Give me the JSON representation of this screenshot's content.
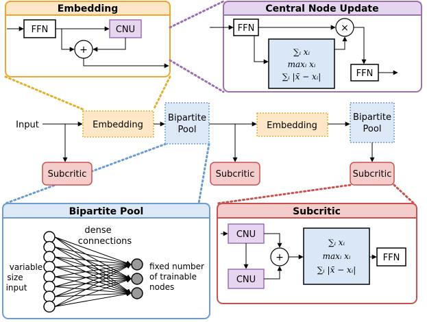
{
  "panels": {
    "embedding": {
      "title": "Embedding",
      "ffn": "FFN",
      "cnu": "CNU",
      "plus": "+"
    },
    "central": {
      "title": "Central Node Update",
      "ffn_in": "FFN",
      "ffn_out": "FFN",
      "times": "×",
      "agg": [
        "∑ᵢ xᵢ",
        "maxᵢ xᵢ",
        "∑ᵢ |x̄ − xᵢ|"
      ]
    },
    "bipartite": {
      "title": "Bipartite Pool",
      "dense_1": "dense",
      "dense_2": "connections",
      "left_1": "variable",
      "left_2": "size",
      "left_3": "input",
      "right_1": "fixed number",
      "right_2": "of trainable",
      "right_3": "nodes"
    },
    "subcritic": {
      "title": "Subcritic",
      "cnu_top": "CNU",
      "cnu_bottom": "CNU",
      "plus": "+",
      "ffn": "FFN",
      "agg": [
        "∑ᵢ xᵢ",
        "maxᵢ xᵢ",
        "∑ᵢ |x̄ − xᵢ|"
      ]
    }
  },
  "flow": {
    "input": "Input",
    "embedding_1": "Embedding",
    "pool_1_a": "Bipartite",
    "pool_1_b": "Pool",
    "embedding_2": "Embedding",
    "pool_2_a": "Bipartite",
    "pool_2_b": "Pool",
    "subcritic_1": "Subcritic",
    "subcritic_2": "Subcritic",
    "subcritic_3": "Subcritic"
  },
  "colors": {
    "embedding_border": "#f0a530",
    "embedding_fill": "#fde7c6",
    "central_border": "#9b6fb0",
    "central_fill": "#e6d5ee",
    "pool_border": "#6c9bd0",
    "pool_fill": "#dce8f5",
    "subcritic_border": "#c9504c",
    "subcritic_fill": "#f4cccc",
    "agg_fill": "#d9e7f7",
    "cnu_fill": "#e6d5ee"
  }
}
